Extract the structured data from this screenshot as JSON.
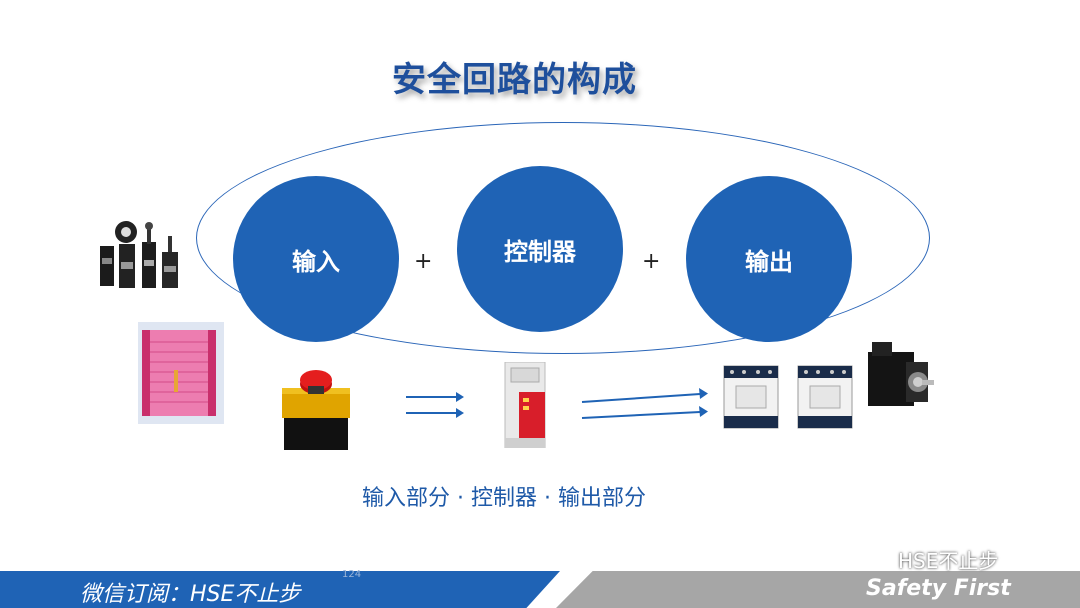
{
  "slide": {
    "title": "安全回路的构成",
    "circles": {
      "input": "输入",
      "controller": "控制器",
      "output": "输出"
    },
    "operators": [
      "+",
      "+"
    ],
    "subtitle": "输入部分 · 控制器 · 输出部分",
    "page_number": "124"
  },
  "footer": {
    "left_text": "微信订阅：HSE不止步",
    "right_text": "Safety First",
    "watermark": "HSE不止步"
  },
  "colors": {
    "accent_blue": "#1f63b5",
    "title_blue": "#1e4f9c",
    "footer_gray": "#a6a6a6"
  },
  "icons": [
    "limit-switches-image",
    "light-curtain-image",
    "emergency-stop-button-image",
    "safety-relay-image",
    "contactor-image",
    "servo-motor-image",
    "wechat-icon"
  ]
}
